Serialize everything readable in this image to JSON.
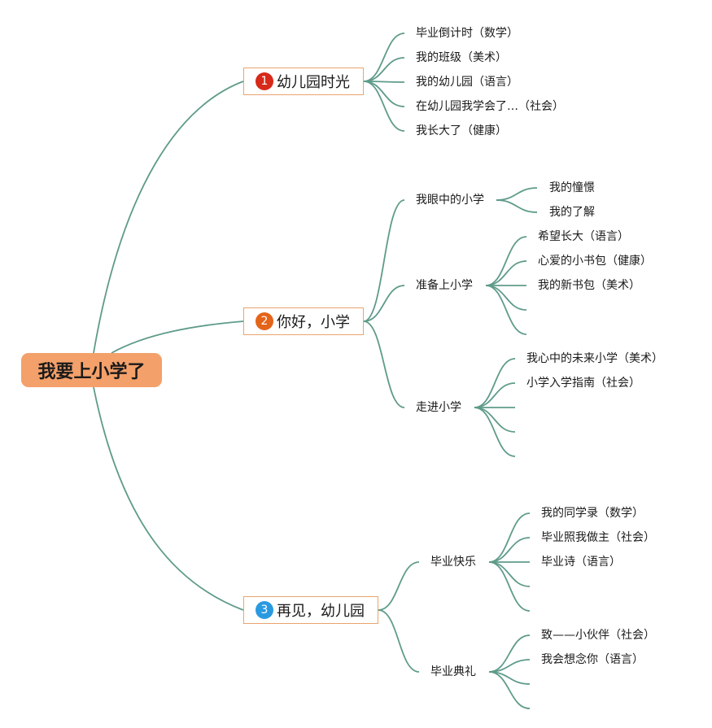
{
  "colors": {
    "root_fill": "#f4a06a",
    "branch_border": "#e9a46f",
    "link": "#5f9b8a",
    "badge_1": "#d72a1a",
    "badge_2": "#e4641a",
    "badge_3": "#2a9ae0"
  },
  "root": {
    "label": "我要上小学了"
  },
  "branches": [
    {
      "num": "1",
      "label": "幼儿园时光",
      "children": [
        {
          "label": "毕业倒计时（数学）"
        },
        {
          "label": "我的班级（美术）"
        },
        {
          "label": "我的幼儿园（语言）"
        },
        {
          "label": "在幼儿园我学会了…（社会）"
        },
        {
          "label": "我长大了（健康）"
        }
      ]
    },
    {
      "num": "2",
      "label": "你好，小学",
      "children": [
        {
          "label": "我眼中的小学",
          "children": [
            "我的憧憬",
            "我的了解"
          ]
        },
        {
          "label": "准备上小学",
          "children": [
            "希望长大（语言）",
            "心爱的小书包（健康）",
            "我的新书包（美术）",
            "",
            ""
          ]
        },
        {
          "label": "走进小学",
          "children": [
            "我心中的未来小学（美术）",
            "小学入学指南（社会）",
            "",
            "",
            ""
          ]
        }
      ]
    },
    {
      "num": "3",
      "label": "再见，幼儿园",
      "children": [
        {
          "label": "毕业快乐",
          "children": [
            "我的同学录（数学）",
            "毕业照我做主（社会）",
            "毕业诗（语言）",
            "",
            ""
          ]
        },
        {
          "label": "毕业典礼",
          "children": [
            "致——小伙伴（社会）",
            "我会想念你（语言）",
            "",
            ""
          ]
        }
      ]
    }
  ]
}
